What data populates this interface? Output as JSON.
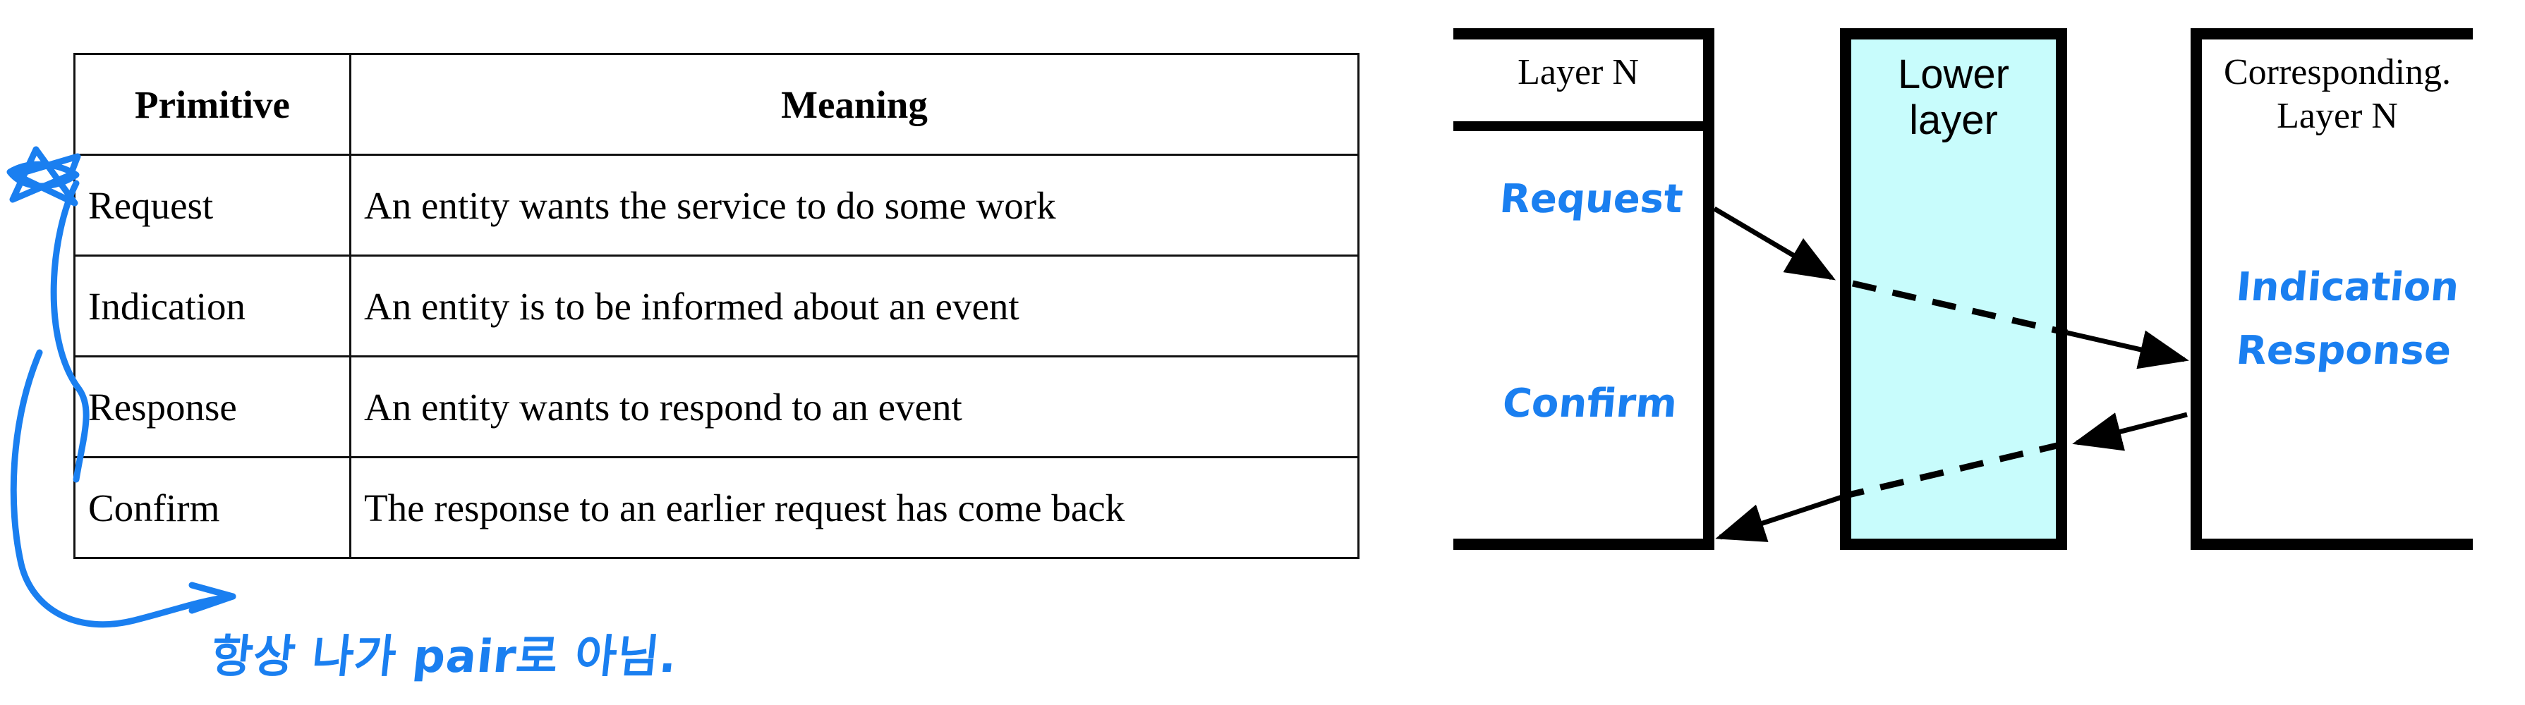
{
  "table": {
    "columns": [
      "Primitive",
      "Meaning"
    ],
    "rows": [
      {
        "primitive": "Request",
        "meaning": "An entity wants the service to do some work"
      },
      {
        "primitive": "Indication",
        "meaning": "An entity is to be informed about an event"
      },
      {
        "primitive": "Response",
        "meaning": "An entity wants to respond to an event"
      },
      {
        "primitive": "Confirm",
        "meaning": "The response to an earlier request has come back"
      }
    ]
  },
  "annotations": {
    "ink_color": "#1a7ff0",
    "korean_note": "항상 나가 pair로 아님.",
    "star_label": "star-mark"
  },
  "diagram": {
    "left_box": {
      "title": "Layer N",
      "ink": [
        "Request",
        "Confirm"
      ]
    },
    "middle_box": {
      "title_line1": "Lower",
      "title_line2": "layer",
      "fill_color": "#c8fcfc"
    },
    "right_box": {
      "title_line1": "Corresponding.",
      "title_line2": "Layer N",
      "ink": [
        "Indication",
        "Response"
      ]
    }
  }
}
